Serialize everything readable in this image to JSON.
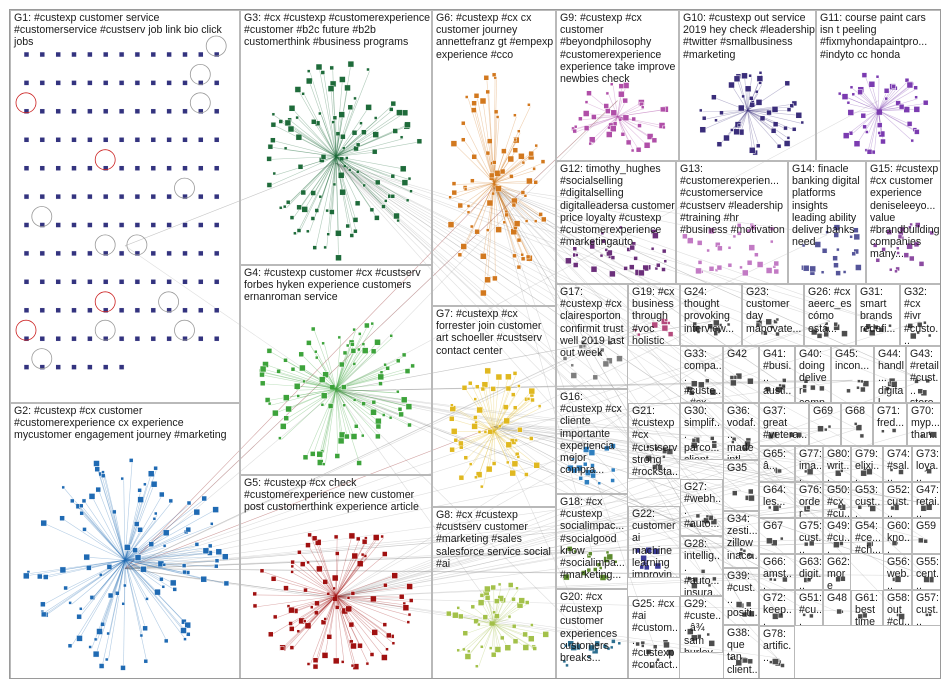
{
  "graph": {
    "groups": [
      {
        "id": "G1",
        "label": "G1: #custexp customer service #customerservice #custserv job link bio click jobs",
        "color": "#33337f"
      },
      {
        "id": "G2",
        "label": "G2: #custexp #cx customer #customerexperience cx experience mycustomer engagement journey #marketing",
        "color": "#1f6ab3"
      },
      {
        "id": "G3",
        "label": "G3: #cx #custexp #customerexperience #customer #b2c future #b2b customerthink #business programs",
        "color": "#1e6b3a"
      },
      {
        "id": "G4",
        "label": "G4: #custexp customer #cx #custserv forbes hyken experience customers ernanroman service",
        "color": "#3da33b"
      },
      {
        "id": "G5",
        "label": "G5: #custexp #cx check #customerexperience new customer post customerthink experience article",
        "color": "#a01010"
      },
      {
        "id": "G6",
        "label": "G6: #custexp #cx cx customer journey annettefranz gt #empexp experience #cco",
        "color": "#d2781e"
      },
      {
        "id": "G7",
        "label": "G7: #custexp #cx forrester join customer art schoeller #custserv contact center",
        "color": "#e0b820"
      },
      {
        "id": "G8",
        "label": "G8: #cx #custexp #custserv customer #marketing #sales salesforce service social #ai",
        "color": "#a3c14a"
      },
      {
        "id": "G9",
        "label": "G9: #custexp #cx customer #beyondphilosophy #customerexperience experience take improve newbies check",
        "color": "#b04fa8"
      },
      {
        "id": "G10",
        "label": "G10: #custexp out service 2019 hey check #leadership #twitter #smallbusiness #marketing",
        "color": "#3a2d7a"
      },
      {
        "id": "G11",
        "label": "G11: course paint cars isn t peeling #fixmyhondapaintpro... #indyto cc honda",
        "color": "#7b3bb0"
      },
      {
        "id": "G12",
        "label": "G12: timothy_hughes #socialselling #digitalselling digitalleadersa customer price loyalty #custexp #customerexperience #marketingauto",
        "color": "#6b2f7a"
      },
      {
        "id": "G13",
        "label": "G13: #customerexperien... #customerservice #custserv #leadership #training #hr #business #motivation",
        "color": "#c27ac4"
      },
      {
        "id": "G14",
        "label": "G14: finacle banking digital platforms insights leading ability deliver banks need",
        "color": "#555599"
      },
      {
        "id": "G15",
        "label": "G15: #custexp #cx customer experience deniseleeyo... value #brandbuilding companies many...",
        "color": "#8c4ba1"
      },
      {
        "id": "G16",
        "label": "G16: #custexp #cx cliente importante experiencia mejor compra...",
        "color": "#2f7fbf"
      },
      {
        "id": "G17",
        "label": "G17: #custexp #cx clairesporton confirmit trust well 2019 last out week",
        "color": "#7e7e7e"
      },
      {
        "id": "G18",
        "label": "G18: #cx #custexp socialimpac... #socialgood know #socialimpa... #marketing...",
        "color": "#5c8a2d"
      },
      {
        "id": "G19",
        "label": "G19: #cx business through #voc holistic approach transfor... program...",
        "color": "#b44a7c"
      },
      {
        "id": "G20",
        "label": "G20: #cx #custexp customer experiences customers breaks...",
        "color": "#2c6e8f"
      },
      {
        "id": "G21",
        "label": "G21: #custexp #cx #custserv strong #rocksta... ladyjane...",
        "color": "#555555"
      },
      {
        "id": "G22",
        "label": "G22: customer ai machine learning improvin...",
        "color": "#3b3b99"
      },
      {
        "id": "G24",
        "label": "G24: thought provoking interview...",
        "color": "#4d4d4d"
      },
      {
        "id": "G23",
        "label": "G23: customer day mapovate...",
        "color": "#4d4d4d"
      },
      {
        "id": "G26",
        "label": "G26: #cx aeerc_es cómo está...",
        "color": "#4d4d4d"
      },
      {
        "id": "G31",
        "label": "G31: smart brands redefi...",
        "color": "#4d4d4d"
      },
      {
        "id": "G32",
        "label": "G32: #cx #ivr #custo... #custo...",
        "color": "#4d4d4d"
      },
      {
        "id": "G33",
        "label": "G33: compa... #custe... #cx â...",
        "color": "#4d4d4d"
      },
      {
        "id": "G42",
        "label": "G42",
        "color": "#4d4d4d"
      },
      {
        "id": "G41",
        "label": "G41: #busi... austi... #cont...",
        "color": "#4d4d4d"
      },
      {
        "id": "G40",
        "label": "G40: doing deliver comp...",
        "color": "#4d4d4d"
      },
      {
        "id": "G45",
        "label": "G45: incon...",
        "color": "#4d4d4d"
      },
      {
        "id": "G44",
        "label": "G44: handl... digital disru...",
        "color": "#4d4d4d"
      },
      {
        "id": "G43",
        "label": "G43: #retail #cust... store...",
        "color": "#4d4d4d"
      },
      {
        "id": "G30",
        "label": "G30: simplif... parco... client...",
        "color": "#4d4d4d"
      },
      {
        "id": "G36",
        "label": "G36: vodaf... made intl...",
        "color": "#4d4d4d"
      },
      {
        "id": "G37",
        "label": "G37: great #vetera...",
        "color": "#4d4d4d"
      },
      {
        "id": "G69",
        "label": "G69",
        "color": "#4d4d4d"
      },
      {
        "id": "G68",
        "label": "G68",
        "color": "#4d4d4d"
      },
      {
        "id": "G71",
        "label": "G71: fred...",
        "color": "#4d4d4d"
      },
      {
        "id": "G70",
        "label": "G70: myp... than...",
        "color": "#4d4d4d"
      },
      {
        "id": "G35",
        "label": "G35",
        "color": "#4d4d4d"
      },
      {
        "id": "G65",
        "label": "G65: â...",
        "color": "#4d4d4d"
      },
      {
        "id": "G77",
        "label": "G77: ima... abili...",
        "color": "#4d4d4d"
      },
      {
        "id": "G80",
        "label": "G80: writ... #cu...",
        "color": "#4d4d4d"
      },
      {
        "id": "G79",
        "label": "G79: elixi... #re...",
        "color": "#4d4d4d"
      },
      {
        "id": "G74",
        "label": "G74: #sal... #hu...",
        "color": "#4d4d4d"
      },
      {
        "id": "G73",
        "label": "G73: loya... #cu...",
        "color": "#4d4d4d"
      },
      {
        "id": "G27",
        "label": "G27: #webh... #auto...",
        "color": "#4d4d4d"
      },
      {
        "id": "G64",
        "label": "G64: les...",
        "color": "#4d4d4d"
      },
      {
        "id": "G76",
        "label": "G76: order",
        "color": "#4d4d4d"
      },
      {
        "id": "G50",
        "label": "G50: #cx #cu...",
        "color": "#4d4d4d"
      },
      {
        "id": "G53",
        "label": "G53: cust... thre...",
        "color": "#4d4d4d"
      },
      {
        "id": "G52",
        "label": "G52: cust... thre...",
        "color": "#4d4d4d"
      },
      {
        "id": "G47",
        "label": "G47: retai... disc...",
        "color": "#4d4d4d"
      },
      {
        "id": "G34",
        "label": "G34: zesti... zillow inacc...",
        "color": "#4d4d4d"
      },
      {
        "id": "G67",
        "label": "G67",
        "color": "#4d4d4d"
      },
      {
        "id": "G28",
        "label": "G28: intellig... #auto... insura...",
        "color": "#4d4d4d"
      },
      {
        "id": "G75",
        "label": "G75: cust... buil...",
        "color": "#4d4d4d"
      },
      {
        "id": "G49",
        "label": "G49: #cu... #hu...",
        "color": "#4d4d4d"
      },
      {
        "id": "G54",
        "label": "G54: #ce... #ch...",
        "color": "#4d4d4d"
      },
      {
        "id": "G60",
        "label": "G60: kno... cent...",
        "color": "#4d4d4d"
      },
      {
        "id": "G59",
        "label": "G59",
        "color": "#4d4d4d"
      },
      {
        "id": "G66",
        "label": "G66: amst...",
        "color": "#4d4d4d"
      },
      {
        "id": "G39",
        "label": "G39: #cust... positi... made...",
        "color": "#4d4d4d"
      },
      {
        "id": "G63",
        "label": "G63: digit... exp...",
        "color": "#4d4d4d"
      },
      {
        "id": "G62",
        "label": "G62: more",
        "color": "#4d4d4d"
      },
      {
        "id": "G56",
        "label": "G56: web... indi...",
        "color": "#4d4d4d"
      },
      {
        "id": "G55",
        "label": "G55: cent... cent...",
        "color": "#4d4d4d"
      },
      {
        "id": "G25",
        "label": "G25: #cx #ai #custom... #custexp #contact...",
        "color": "#4d4d4d"
      },
      {
        "id": "G29",
        "label": "G29: #custe... â¾ sam hurley...",
        "color": "#4d4d4d"
      },
      {
        "id": "G38",
        "label": "G38: que tan client...",
        "color": "#4d4d4d"
      },
      {
        "id": "G72",
        "label": "G72: keep...",
        "color": "#4d4d4d"
      },
      {
        "id": "G51",
        "label": "G51: #cu... #cu...",
        "color": "#4d4d4d"
      },
      {
        "id": "G48",
        "label": "G48",
        "color": "#4d4d4d"
      },
      {
        "id": "G61",
        "label": "G61: best time",
        "color": "#4d4d4d"
      },
      {
        "id": "G58",
        "label": "G58: out #cu...",
        "color": "#4d4d4d"
      },
      {
        "id": "G57",
        "label": "G57: cust... #cu...",
        "color": "#4d4d4d"
      },
      {
        "id": "G78",
        "label": "G78: artific...",
        "color": "#4d4d4d"
      }
    ]
  }
}
